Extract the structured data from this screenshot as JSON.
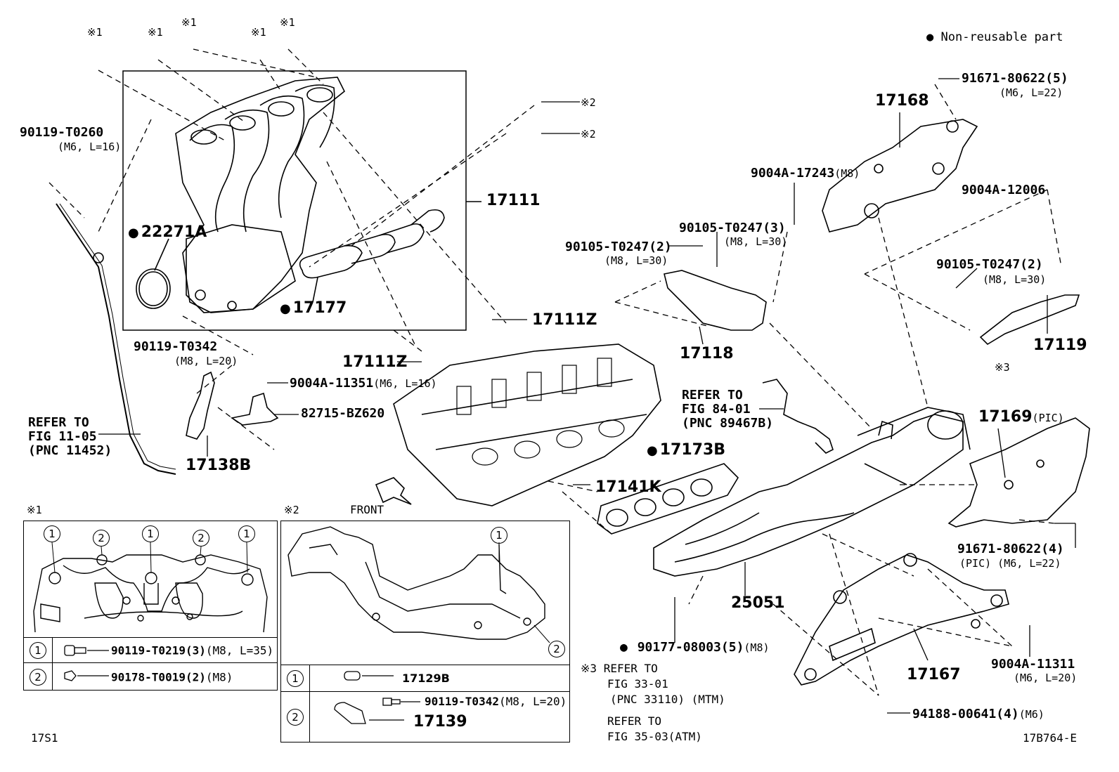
{
  "legend": {
    "symbol": "●",
    "text": "Non-reusable part"
  },
  "mark1": "※1",
  "mark2": "※2",
  "mark3": "※3",
  "parts": {
    "p17111": "17111",
    "p22271A": "22271A",
    "p17177": "17177",
    "p17111Z_a": "17111Z",
    "p17111Z_b": "17111Z",
    "p17138B": "17138B",
    "p17168": "17168",
    "p17118": "17118",
    "p17119": "17119",
    "p17169": "17169",
    "p17169_note": "(PIC)",
    "p17173B": "17173B",
    "p17141K": "17141K",
    "p25051": "25051",
    "p17167": "17167",
    "p17129B": "17129B",
    "p17139": "17139"
  },
  "bolts": {
    "b90119_T0260": "90119-T0260",
    "b90119_T0260_spec": "(M6, L=16)",
    "b90119_T0342": "90119-T0342",
    "b90119_T0342_spec": "(M8, L=20)",
    "b9004A_11351": "9004A-11351",
    "b9004A_11351_spec": "(M6, L=16)",
    "b82715_BZ620": "82715-BZ620",
    "b91671_80622_5": "91671-80622(5)",
    "b91671_80622_5_spec": "(M6, L=22)",
    "b9004A_17243": "9004A-17243",
    "b9004A_17243_spec": "(M8)",
    "b90105_T0247_3": "90105-T0247(3)",
    "b90105_T0247_3_spec": "(M8, L=30)",
    "b90105_T0247_2": "90105-T0247(2)",
    "b90105_T0247_2_spec": "(M8, L=30)",
    "b9004A_12006": "9004A-12006",
    "b90105_T0247_2b": "90105-T0247(2)",
    "b90105_T0247_2b_spec": "(M8, L=30)",
    "b91671_80622_4": "91671-80622(4)",
    "b91671_80622_4_spec": "(PIC) (M6, L=22)",
    "b90177_08003": "90177-08003(5)",
    "b90177_08003_spec": "(M8)",
    "b9004A_11311": "9004A-11311",
    "b9004A_11311_spec": "(M6, L=20)",
    "b94188_00641": "94188-00641(4)",
    "b94188_00641_spec": "(M6)"
  },
  "refs": {
    "ref_left": [
      "REFER TO",
      "FIG 11-05",
      "(PNC 11452)"
    ],
    "ref_mid": [
      "REFER TO",
      "FIG 84-01",
      "(PNC 89467B)"
    ],
    "ref3": [
      "REFER TO",
      "FIG 33-01",
      "(PNC 33110) (MTM)"
    ],
    "ref4": [
      "REFER TO",
      "FIG 35-03(ATM)"
    ]
  },
  "front_label": "FRONT",
  "table1": {
    "rows": [
      {
        "num": "1",
        "part": "90119-T0219(3)",
        "spec": "(M8, L=35)"
      },
      {
        "num": "2",
        "part": "90178-T0019(2)",
        "spec": "(M8)"
      }
    ],
    "callouts": [
      "1",
      "2",
      "1",
      "2",
      "1"
    ]
  },
  "table2": {
    "rows": [
      {
        "num": "1",
        "part": "17129B",
        "spec": ""
      },
      {
        "num": "2",
        "part": "90119-T0342",
        "spec": "(M8, L=20)",
        "part2": "17139"
      }
    ],
    "callouts": [
      "1",
      "2"
    ]
  },
  "footer_left": "17S1",
  "footer_right": "17B764-E",
  "colors": {
    "line": "#000000",
    "background": "#ffffff"
  }
}
